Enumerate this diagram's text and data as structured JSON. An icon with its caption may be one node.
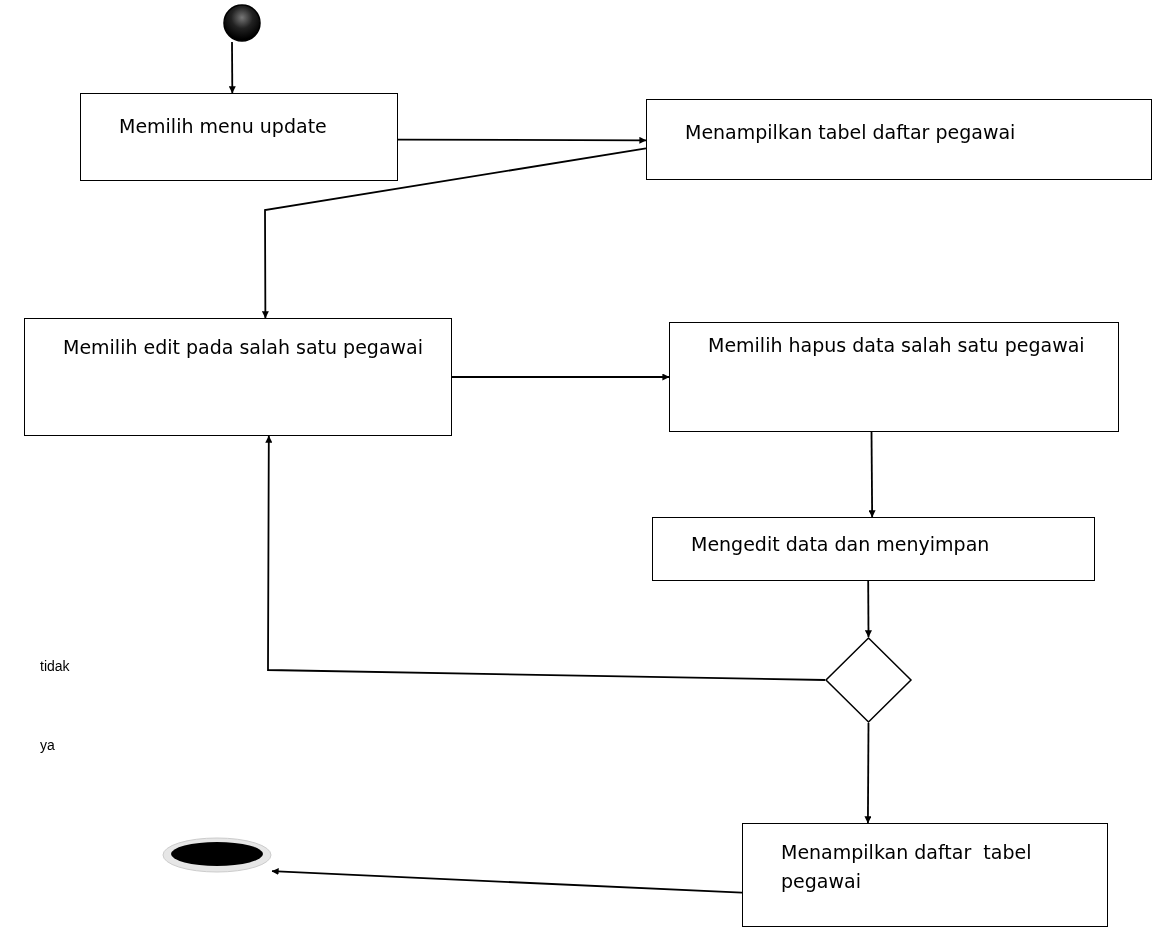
{
  "diagram": {
    "nodes": [
      {
        "text": [],
        "shape": "circle"
      },
      {
        "text": [
          "Memilih menu update"
        ]
      },
      {
        "text": [
          "Menampilkan tabel daftar pegawai"
        ]
      },
      {
        "text": [
          "Memilih edit pada salah satu pegawai"
        ]
      },
      {
        "text": [
          "Memilih hapus data salah satu pegawai"
        ]
      },
      {
        "text": [
          "Mengedit data dan menyimpan"
        ]
      },
      {
        "text": [],
        "shape": "diamond"
      },
      {
        "text": [
          "Menampilkan daftar  tabel pegawai"
        ]
      },
      {
        "text": [],
        "shape": "circle"
      }
    ],
    "edges": [
      {
        "from": 0,
        "to": 1,
        "arrow": "to"
      },
      {
        "from": 1,
        "to": 2,
        "arrow": "to"
      },
      {
        "from": 2,
        "to": 3,
        "arrow": "to"
      },
      {
        "from": 3,
        "to": 4,
        "arrow": "to"
      },
      {
        "from": 4,
        "to": 5,
        "arrow": "to"
      },
      {
        "from": 5,
        "to": 6,
        "arrow": "to"
      },
      {
        "from": 6,
        "to": 3,
        "arrow": "to"
      },
      {
        "from": 6,
        "to": 7,
        "arrow": "to"
      },
      {
        "from": 7,
        "to": 8,
        "arrow": "to"
      }
    ],
    "labels": [
      "tidak",
      "ya"
    ]
  }
}
